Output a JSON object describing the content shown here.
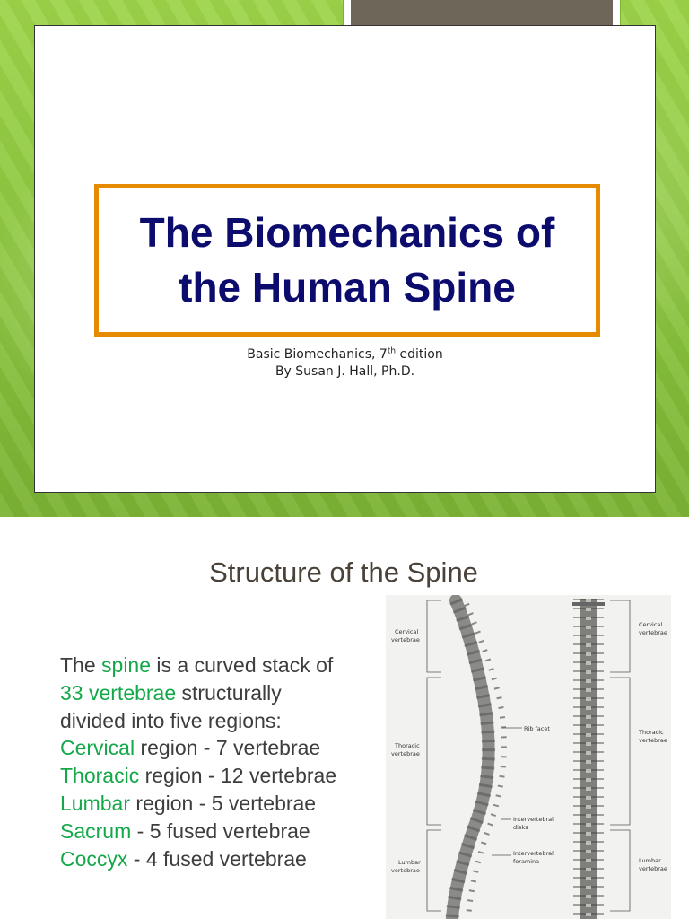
{
  "slide1": {
    "title": "The Biomechanics of the Human Spine",
    "subtitle_line1_pre": "Basic Biomechanics, 7",
    "subtitle_line1_sup": "th",
    "subtitle_line1_post": " edition",
    "subtitle_line2": "By Susan J. Hall, Ph.D."
  },
  "slide2": {
    "title": "Structure of the Spine",
    "body": {
      "l1_a": "The ",
      "l1_b": "spine",
      "l1_c": " is a curved stack of",
      "l2_a": "33 vertebrae",
      "l2_b": " structurally",
      "l3": "divided into five regions:",
      "l4_a": "Cervical",
      "l4_b": " region - 7 vertebrae",
      "l5_a": "Thoracic",
      "l5_b": " region - 12 vertebrae",
      "l6_a": "Lumbar",
      "l6_b": " region - 5 vertebrae",
      "l7_a": "Sacrum",
      "l7_b": " - 5 fused vertebrae",
      "l8_a": "Coccyx",
      "l8_b": " - 4 fused vertebrae"
    },
    "figure_labels": {
      "cervical_left_1": "Cervical",
      "cervical_left_2": "vertebrae",
      "thoracic_left_1": "Thoracic",
      "thoracic_left_2": "vertebrae",
      "lumbar_left_1": "Lumbar",
      "lumbar_left_2": "vertebrae",
      "rib_facet": "Rib facet",
      "disks_1": "Intervertebral",
      "disks_2": "disks",
      "foramina_1": "Intervertebral",
      "foramina_2": "foramina",
      "cervical_right_1": "Cervical",
      "cervical_right_2": "vertebrae",
      "thoracic_right_1": "Thoracic",
      "thoracic_right_2": "vertebrae",
      "lumbar_right_1": "Lumbar",
      "lumbar_right_2": "vertebrae"
    }
  }
}
